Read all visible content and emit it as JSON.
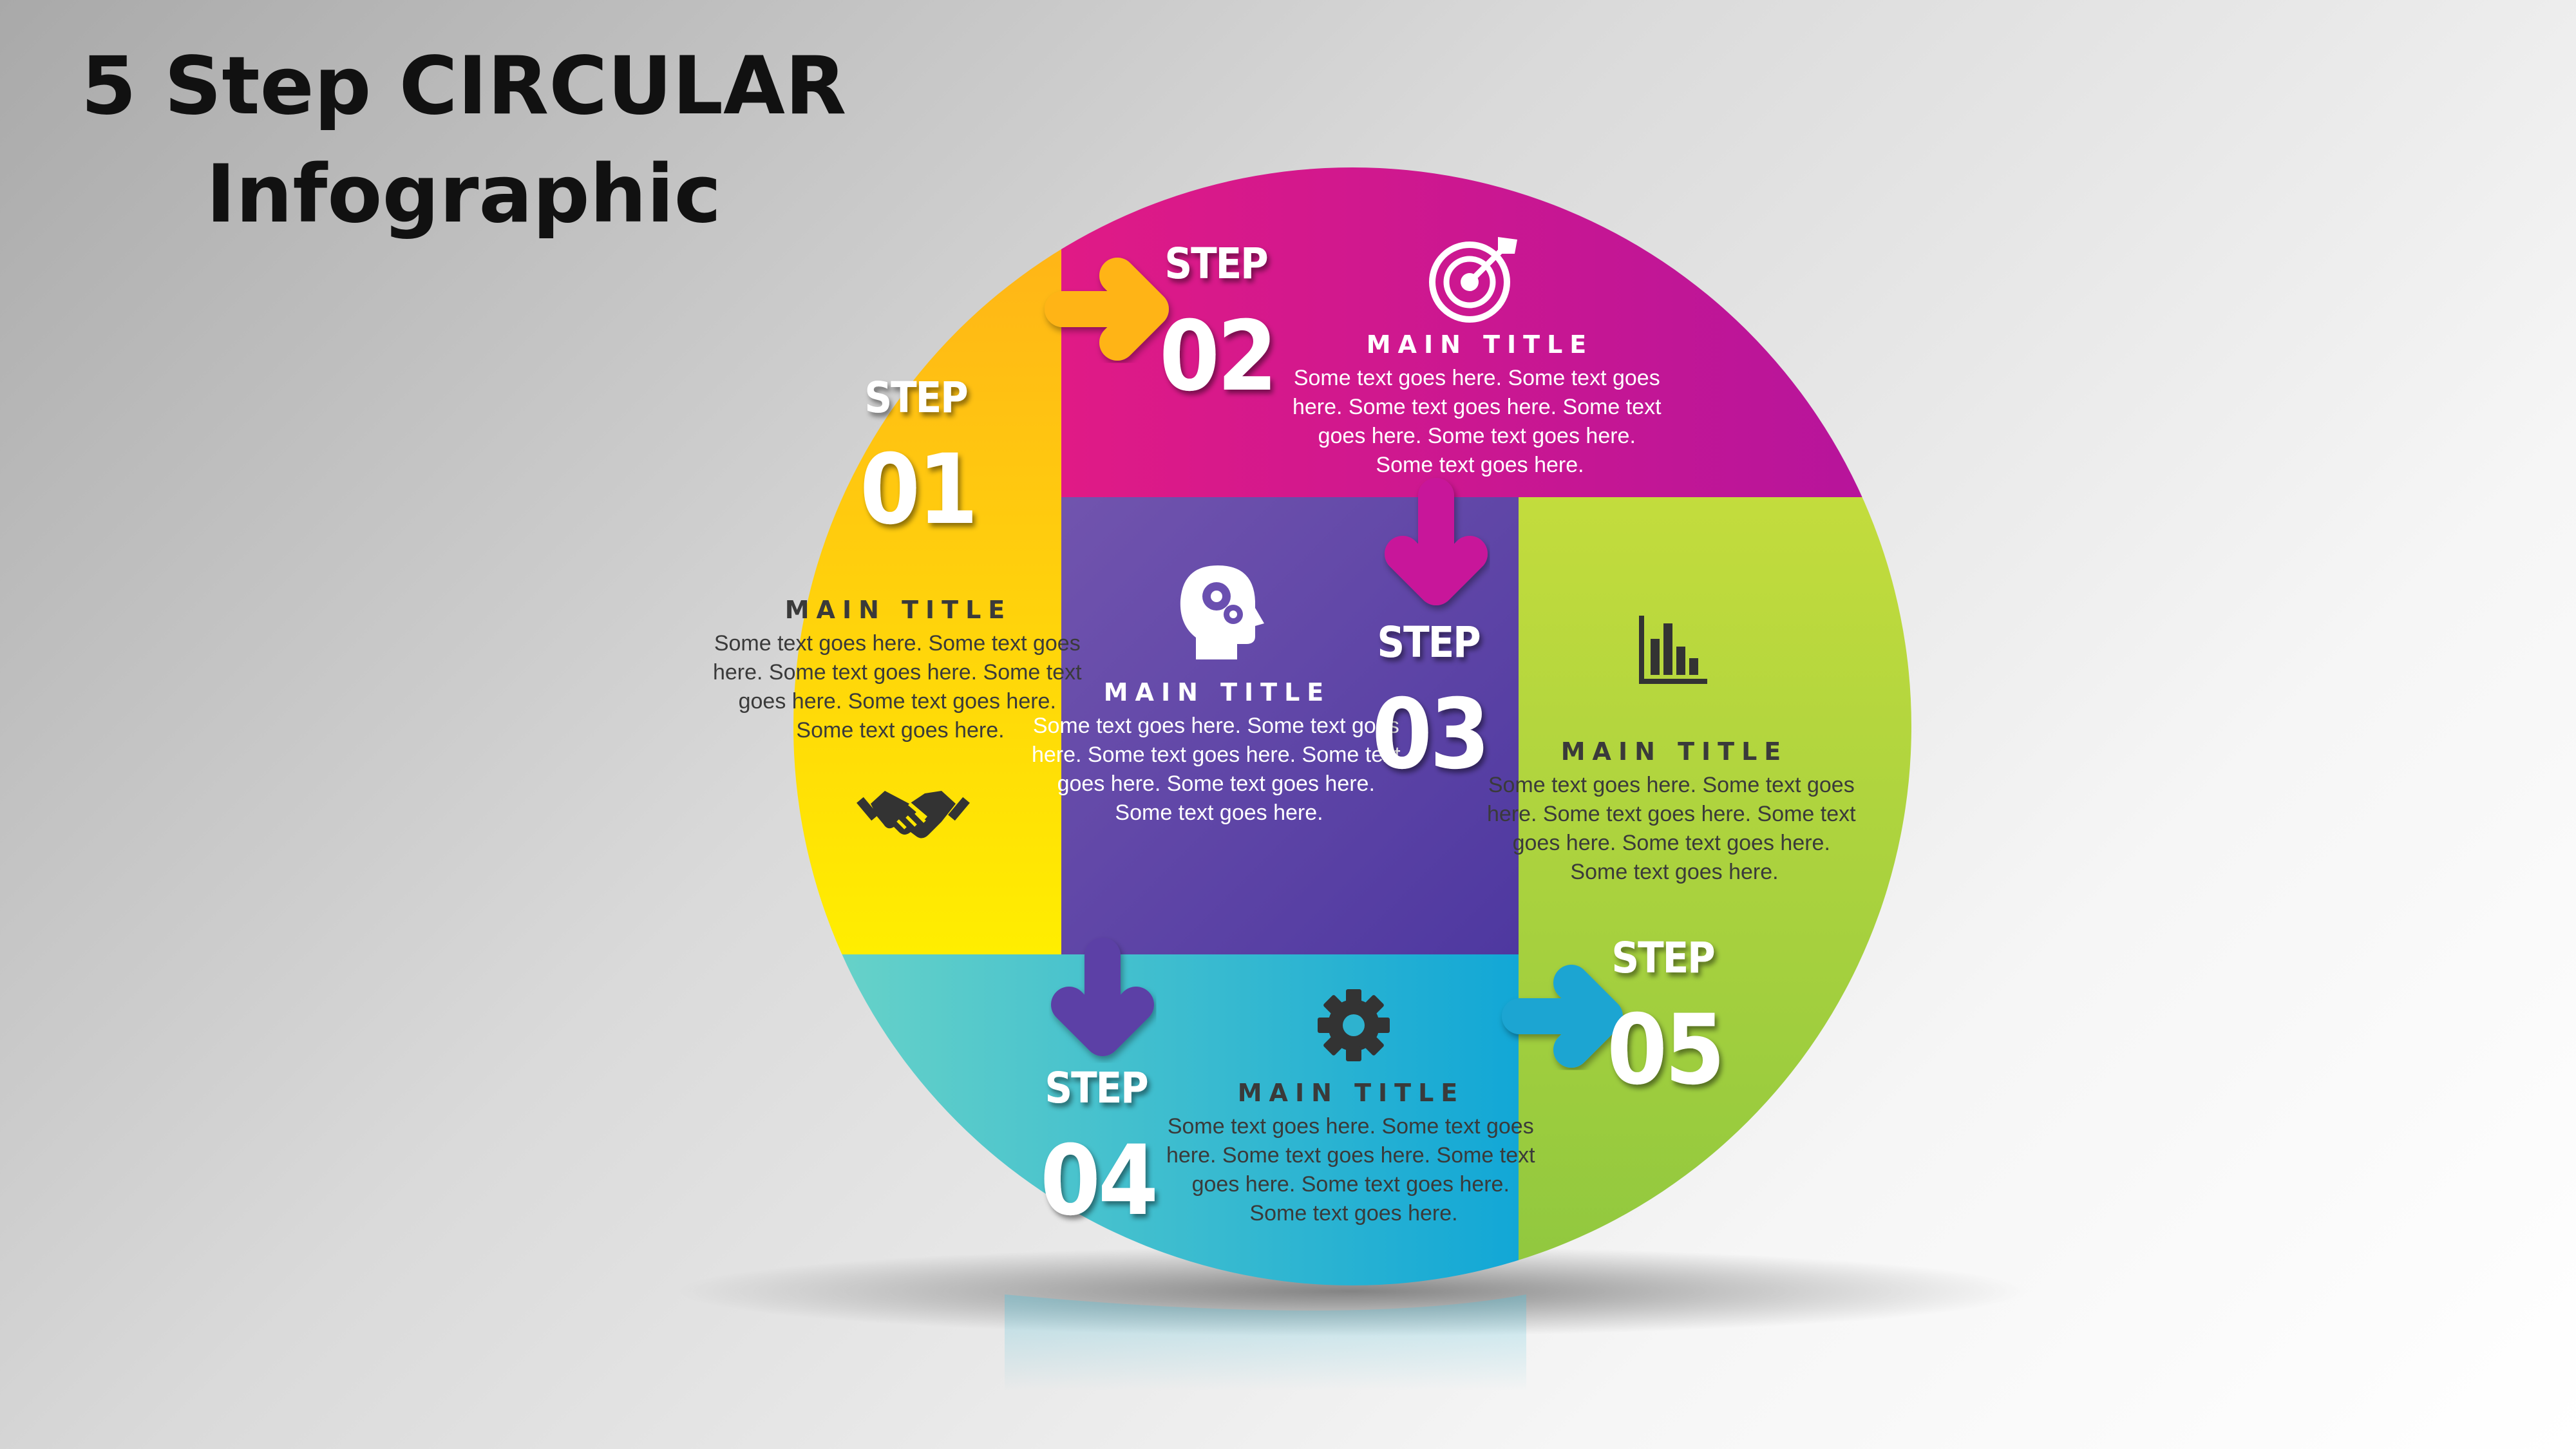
{
  "title": {
    "line1": "5 Step CIRCULAR",
    "line2": "Infographic"
  },
  "steps": [
    {
      "word": "STEP",
      "number": "01",
      "title": "MAIN TITLE",
      "icon": "handshake-icon",
      "color": "#ffc21a",
      "text": [
        "Some text goes here. Some text goes",
        "here. Some text goes here. Some text",
        "goes here. Some text goes here.",
        "Some text goes here."
      ]
    },
    {
      "word": "STEP",
      "number": "02",
      "title": "MAIN TITLE",
      "icon": "target-icon",
      "color": "#c8148f",
      "text": [
        "Some text goes here. Some text goes",
        "here. Some text goes here. Some text",
        "goes here. Some text goes here.",
        "Some text goes here."
      ]
    },
    {
      "word": "STEP",
      "number": "03",
      "title": "MAIN TITLE",
      "icon": "head-gears-icon",
      "color": "#5b3fa6",
      "text": [
        "Some text goes here. Some text goes",
        "here. Some text goes here. Some text",
        "goes here. Some text goes here.",
        "Some text goes here."
      ]
    },
    {
      "word": "STEP",
      "number": "04",
      "title": "MAIN TITLE",
      "icon": "gear-icon",
      "color": "#22b0cc",
      "text": [
        "Some text goes here. Some text goes",
        "here. Some text goes here. Some text",
        "goes here. Some text goes here.",
        "Some text goes here."
      ]
    },
    {
      "word": "STEP",
      "number": "05",
      "title": "MAIN TITLE",
      "icon": "bar-chart-icon",
      "color": "#a6cf3a",
      "text": [
        "Some text goes here. Some text goes",
        "here. Some text goes here. Some text",
        "goes here. Some text goes here.",
        "Some text goes here."
      ]
    }
  ]
}
